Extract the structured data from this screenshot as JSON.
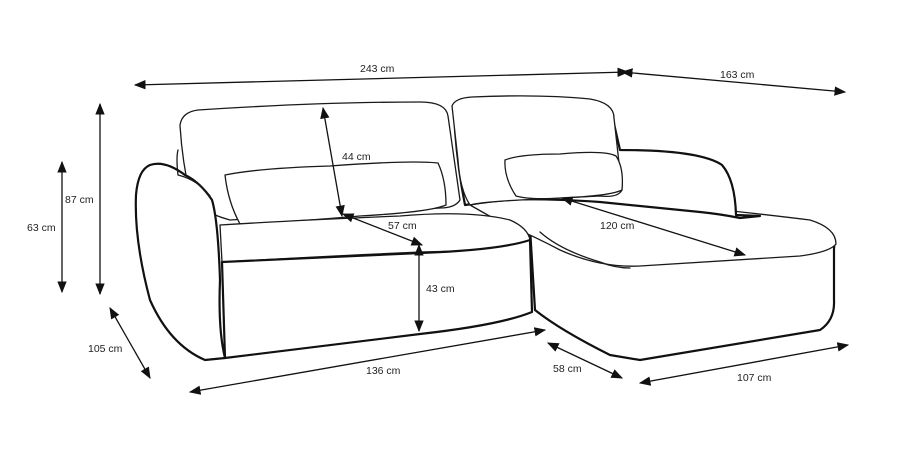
{
  "diagram": {
    "dimensions": {
      "total_width": "243 cm",
      "chaise_depth": "163 cm",
      "total_height": "87 cm",
      "armrest_height": "63 cm",
      "side_depth": "105 cm",
      "backrest_height": "44 cm",
      "seat_depth": "57 cm",
      "seat_height": "43 cm",
      "chaise_length": "120 cm",
      "sofa_width": "136 cm",
      "chaise_side": "58 cm",
      "chaise_width": "107 cm"
    }
  }
}
